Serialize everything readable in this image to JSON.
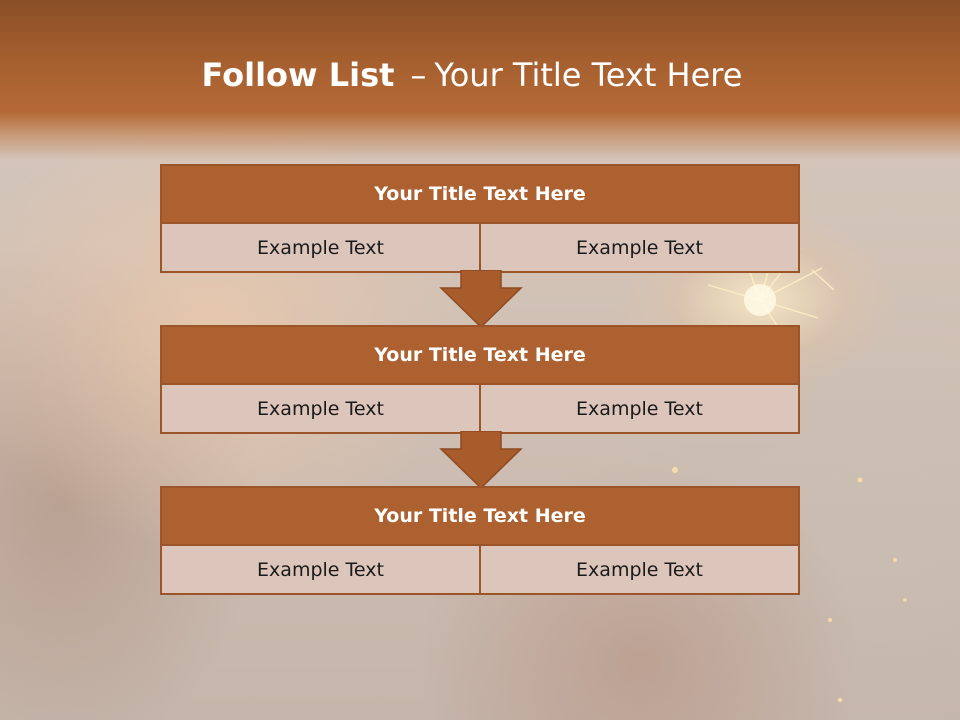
{
  "slide": {
    "title_bold": "Follow List",
    "title_dash": "–",
    "title_rest": "Your Title Text Here"
  },
  "colors": {
    "header": "#ad6130",
    "row": "#dcc5bb",
    "border": "#9c5528",
    "arrow": "#a85c2c"
  },
  "blocks": [
    {
      "title": "Your Title Text Here",
      "left": "Example Text",
      "right": "Example Text"
    },
    {
      "title": "Your Title Text Here",
      "left": "Example Text",
      "right": "Example Text"
    },
    {
      "title": "Your Title Text Here",
      "left": "Example Text",
      "right": "Example Text"
    }
  ]
}
